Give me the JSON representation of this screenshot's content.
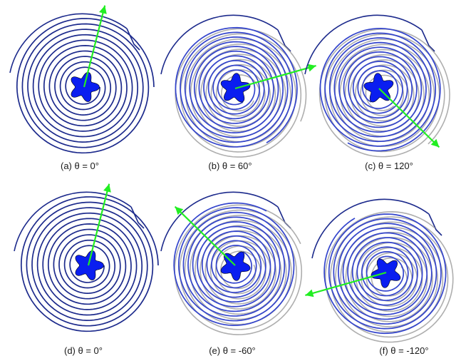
{
  "colors": {
    "spiral": "#1c2a8c",
    "spiral_deformed": "#3344cc",
    "shadow": "#9a9a9a",
    "core": "#0a1ef0",
    "arrow": "#22ee22"
  },
  "panels": [
    {
      "id": "a",
      "caption": "(a) θ = 0°",
      "theta_deg": 0
    },
    {
      "id": "b",
      "caption": "(b) θ = 60°",
      "theta_deg": 60
    },
    {
      "id": "c",
      "caption": "(c) θ = 120°",
      "theta_deg": 120
    },
    {
      "id": "d",
      "caption": "(d) θ = 0°",
      "theta_deg": 0
    },
    {
      "id": "e",
      "caption": "(e) θ = -60°",
      "theta_deg": -60
    },
    {
      "id": "f",
      "caption": "(f) θ = -120°",
      "theta_deg": -120
    }
  ]
}
